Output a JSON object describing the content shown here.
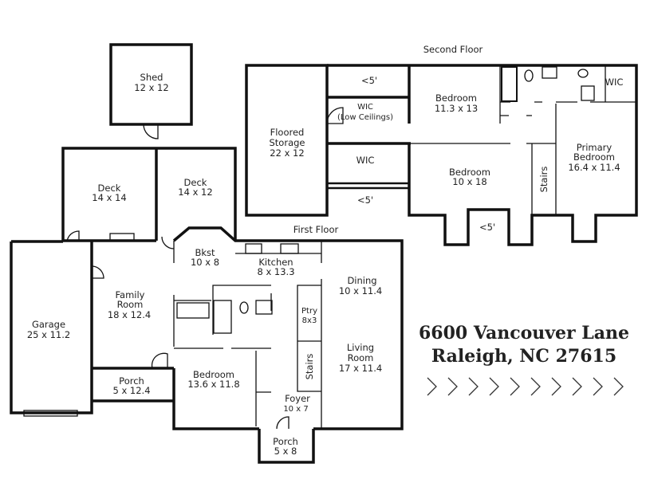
{
  "headings": {
    "second_floor": "Second Floor",
    "first_floor": "First Floor"
  },
  "second_floor": {
    "floored_storage": [
      "Floored",
      "Storage",
      "22 x 12"
    ],
    "low_top": "<5'",
    "wic_low": [
      "WIC",
      "(Low Ceilings)"
    ],
    "wic": "WIC",
    "low_bottom": "<5'",
    "bedroom1": [
      "Bedroom",
      "11.3 x 13"
    ],
    "bedroom2": [
      "Bedroom",
      "10 x 18"
    ],
    "low_bump": "<5'",
    "stairs": "Stairs",
    "primary": [
      "Primary",
      "Bedroom",
      "16.4 x 11.4"
    ],
    "primary_wic": "WIC"
  },
  "first_floor": {
    "shed": [
      "Shed",
      "12 x 12"
    ],
    "deck1": [
      "Deck",
      "14 x 14"
    ],
    "deck2": [
      "Deck",
      "14 x 12"
    ],
    "bkst": [
      "Bkst",
      "10 x 8"
    ],
    "kitchen": [
      "Kitchen",
      "8 x 13.3"
    ],
    "dining": [
      "Dining",
      "10 x 11.4"
    ],
    "family": [
      "Family",
      "Room",
      "18 x 12.4"
    ],
    "garage": [
      "Garage",
      "25 x 11.2"
    ],
    "pantry": [
      "Ptry",
      "8x3"
    ],
    "stairs": "Stairs",
    "living": [
      "Living",
      "Room",
      "17 x 11.4"
    ],
    "porch_side": [
      "Porch",
      "5 x 12.4"
    ],
    "bedroom": [
      "Bedroom",
      "13.6 x 11.8"
    ],
    "foyer": [
      "Foyer",
      "10 x 7"
    ],
    "porch_front": [
      "Porch",
      "5 x 8"
    ]
  },
  "address": {
    "line1": "6600 Vancouver Lane",
    "line2": "Raleigh, NC 27615"
  },
  "decoration": {
    "chevron_count": 10,
    "icon": "chevron-right-icon"
  }
}
